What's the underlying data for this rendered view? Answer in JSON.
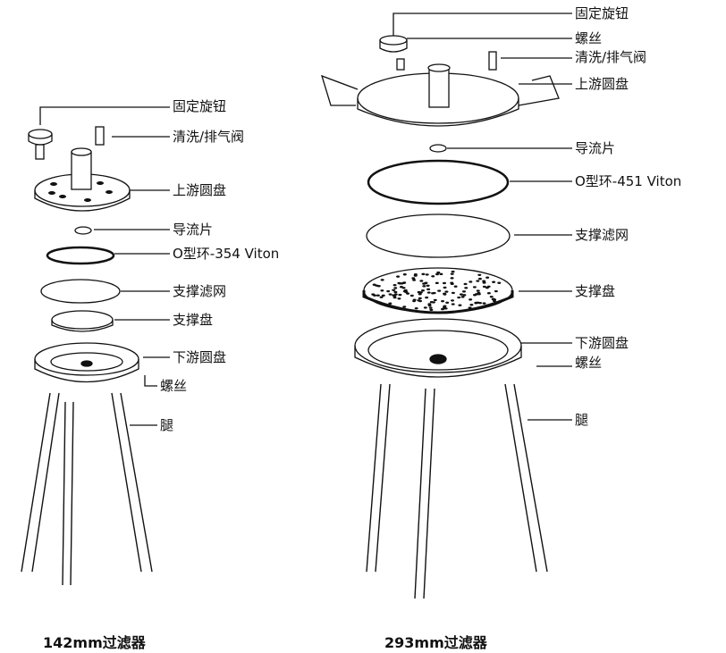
{
  "left_filter": {
    "caption": "142mm过滤器",
    "labels": {
      "knob": "固定旋钮",
      "vent": "清洗/排气阀",
      "upstream": "上游圆盘",
      "deflector": "导流片",
      "oring": "O型环-354 Viton",
      "screen": "支撑滤网",
      "support": "支撑盘",
      "downstream": "下游圆盘",
      "screw": "螺丝",
      "leg": "腿"
    }
  },
  "right_filter": {
    "caption": "293mm过滤器",
    "labels": {
      "knob": "固定旋钮",
      "screw_top": "螺丝",
      "vent": "清洗/排气阀",
      "upstream": "上游圆盘",
      "deflector": "导流片",
      "oring": "O型环-451 Viton",
      "screen": "支撑滤网",
      "support": "支撑盘",
      "downstream": "下游圆盘",
      "screw": "螺丝",
      "leg": "腿"
    }
  }
}
